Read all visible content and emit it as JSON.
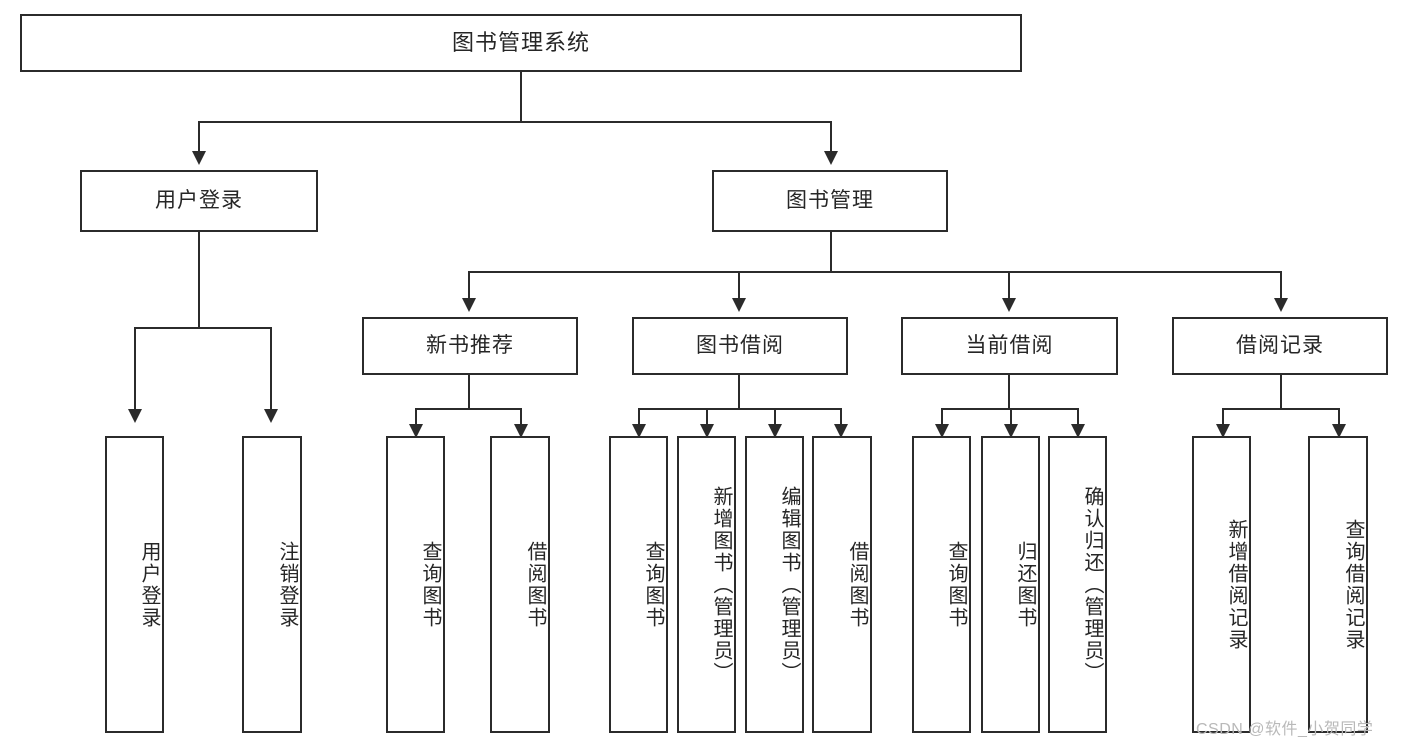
{
  "diagram": {
    "title": "图书管理系统",
    "type": "tree",
    "watermark": "CSDN @软件_小贺同学",
    "colors": {
      "stroke": "#2b2b2b",
      "fill": "#ffffff",
      "text": "#262626",
      "watermark": "#b9b9b9"
    },
    "levels": {
      "root": {
        "label": "图书管理系统"
      },
      "level2": [
        {
          "label": "用户登录"
        },
        {
          "label": "图书管理"
        }
      ],
      "level3": [
        {
          "label": "新书推荐"
        },
        {
          "label": "图书借阅"
        },
        {
          "label": "当前借阅"
        },
        {
          "label": "借阅记录"
        }
      ],
      "leaves": {
        "user_login": [
          {
            "label": "用户登录"
          },
          {
            "label": "注销登录"
          }
        ],
        "new_book_recommend": [
          {
            "label": "查询图书"
          },
          {
            "label": "借阅图书"
          }
        ],
        "book_borrow": [
          {
            "label": "查询图书"
          },
          {
            "label": "新增图书（管理员）"
          },
          {
            "label": "编辑图书（管理员）"
          },
          {
            "label": "借阅图书"
          }
        ],
        "current_borrow": [
          {
            "label": "查询图书"
          },
          {
            "label": "归还图书"
          },
          {
            "label": "确认归还（管理员）"
          }
        ],
        "borrow_record": [
          {
            "label": "新增借阅记录"
          },
          {
            "label": "查询借阅记录"
          }
        ]
      }
    }
  }
}
